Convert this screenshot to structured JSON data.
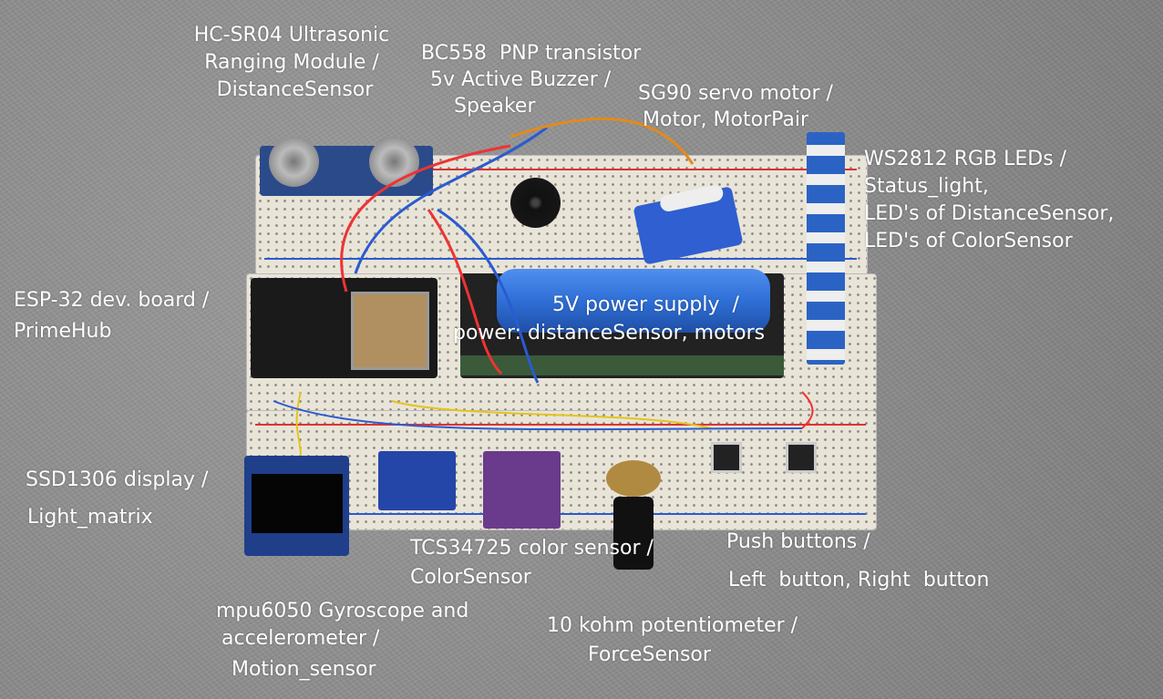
{
  "labels": {
    "ultrasonic": [
      "HC-SR04 Ultrasonic",
      "Ranging Module /",
      " DistanceSensor"
    ],
    "transistor_buzzer": [
      "BC558  PNP transistor",
      "5v Active Buzzer /",
      "Speaker"
    ],
    "servo": [
      "SG90 servo motor /",
      "Motor, MotorPair"
    ],
    "leds": [
      "WS2812 RGB LEDs /",
      "Status_light,",
      "LED's of DistanceSensor,",
      "LED's of ColorSensor"
    ],
    "esp32": [
      "ESP-32 dev. board /",
      "PrimeHub"
    ],
    "power": [
      "5V power supply  /",
      "power: distanceSensor, motors"
    ],
    "display": [
      "SSD1306 display /",
      "Light_matrix"
    ],
    "color_sensor": [
      "TCS34725 color sensor /",
      "ColorSensor"
    ],
    "buttons": [
      "Push buttons /",
      "Left  button, Right  button"
    ],
    "mpu": [
      "mpu6050 Gyroscope and",
      "accelerometer /",
      " Motion_sensor"
    ],
    "potentiometer": [
      "10 kohm potentiometer /",
      "ForceSensor"
    ]
  },
  "colors": {
    "label_text": "#ffffff",
    "background": "#8c8c8c",
    "breadboard": "#e9e4d8",
    "battery": "#2f6fd6",
    "esp32": "#1a1a1a",
    "color_sensor_board": "#6a3a8c",
    "mpu_board": "#2446a8",
    "led_strip": "#2b63c4"
  }
}
